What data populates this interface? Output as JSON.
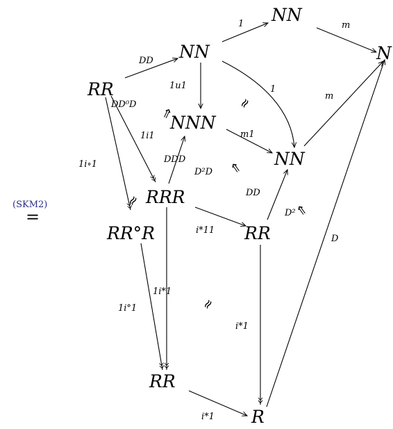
{
  "tag": "(SKM2)",
  "equals": "=",
  "nodes": {
    "nn_top": "NN",
    "n_right": "N",
    "nn_upper": "NN",
    "rr_left": "RR",
    "nnn": "NNN",
    "nn_mid": "NN",
    "rrr": "RRR",
    "rr_circ_r": "RR°R",
    "rr_mid": "RR",
    "rr_bottom": "RR",
    "r_bottom": "R"
  },
  "labels": {
    "e1": "1",
    "e_m_top": "m",
    "e_dd": "DD",
    "e_1u1": "1u1",
    "e_1_curve": "1",
    "e_m_right": "m",
    "e_dd0d": "DD⁰D",
    "e_1i1": "1i1",
    "e_m1": "m1",
    "e_ddd": "DDD",
    "e_d2d": "D²D",
    "e_1icirc1": "1i∘1",
    "e_dd_mid": "DD",
    "e_d2": "D²",
    "e_i11": "i*11",
    "e_d": "D",
    "e_1i1_vert": "1i*1",
    "e_1idegree1": "1i°1",
    "e_i1_right": "i*1",
    "e_i1_bottom": "i*1"
  },
  "cells": {
    "iso_upper": "≈",
    "iso_lower": "≈",
    "iso_left": "≈",
    "double_dd0d": "⇑",
    "double_d2d": "⇑",
    "double_d2": "⇑"
  }
}
